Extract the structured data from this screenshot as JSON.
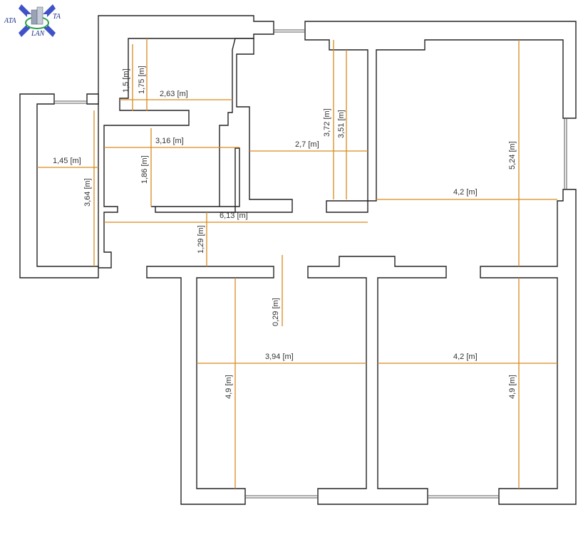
{
  "logo": {
    "text_left": "ATA",
    "text_right": "TA",
    "text_bottom": "LAN",
    "colors": {
      "arrows": "#3f52c8",
      "building": "#9aa3b5",
      "ring": "#2aa24a"
    }
  },
  "colors": {
    "dimension": "#d98a1e",
    "wall": "#222222",
    "label": "#333333"
  },
  "dimensions": [
    {
      "id": "d-1-5",
      "label": "1,5 [m]",
      "value": 1.5
    },
    {
      "id": "d-1-75",
      "label": "1,75 [m]",
      "value": 1.75
    },
    {
      "id": "d-2-63",
      "label": "2,63 [m]",
      "value": 2.63
    },
    {
      "id": "d-3-72",
      "label": "3,72 [m]",
      "value": 3.72
    },
    {
      "id": "d-3-51",
      "label": "3,51 [m]",
      "value": 3.51
    },
    {
      "id": "d-5-24",
      "label": "5,24 [m]",
      "value": 5.24
    },
    {
      "id": "d-3-16",
      "label": "3,16 [m]",
      "value": 3.16
    },
    {
      "id": "d-2-7",
      "label": "2,7 [m]",
      "value": 2.7
    },
    {
      "id": "d-1-45",
      "label": "1,45 [m]",
      "value": 1.45
    },
    {
      "id": "d-3-64",
      "label": "3,64 [m]",
      "value": 3.64
    },
    {
      "id": "d-1-86",
      "label": "1,86 [m]",
      "value": 1.86
    },
    {
      "id": "d-4-2-top",
      "label": "4,2 [m]",
      "value": 4.2
    },
    {
      "id": "d-6-13",
      "label": "6,13 [m]",
      "value": 6.13
    },
    {
      "id": "d-1-29",
      "label": "1,29 [m]",
      "value": 1.29
    },
    {
      "id": "d-0-29",
      "label": "0,29 [m]",
      "value": 0.29
    },
    {
      "id": "d-3-94",
      "label": "3,94 [m]",
      "value": 3.94
    },
    {
      "id": "d-4-2-bottom",
      "label": "4,2 [m]",
      "value": 4.2
    },
    {
      "id": "d-4-9-left",
      "label": "4,9 [m]",
      "value": 4.9
    },
    {
      "id": "d-4-9-right",
      "label": "4,9 [m]",
      "value": 4.9
    }
  ]
}
